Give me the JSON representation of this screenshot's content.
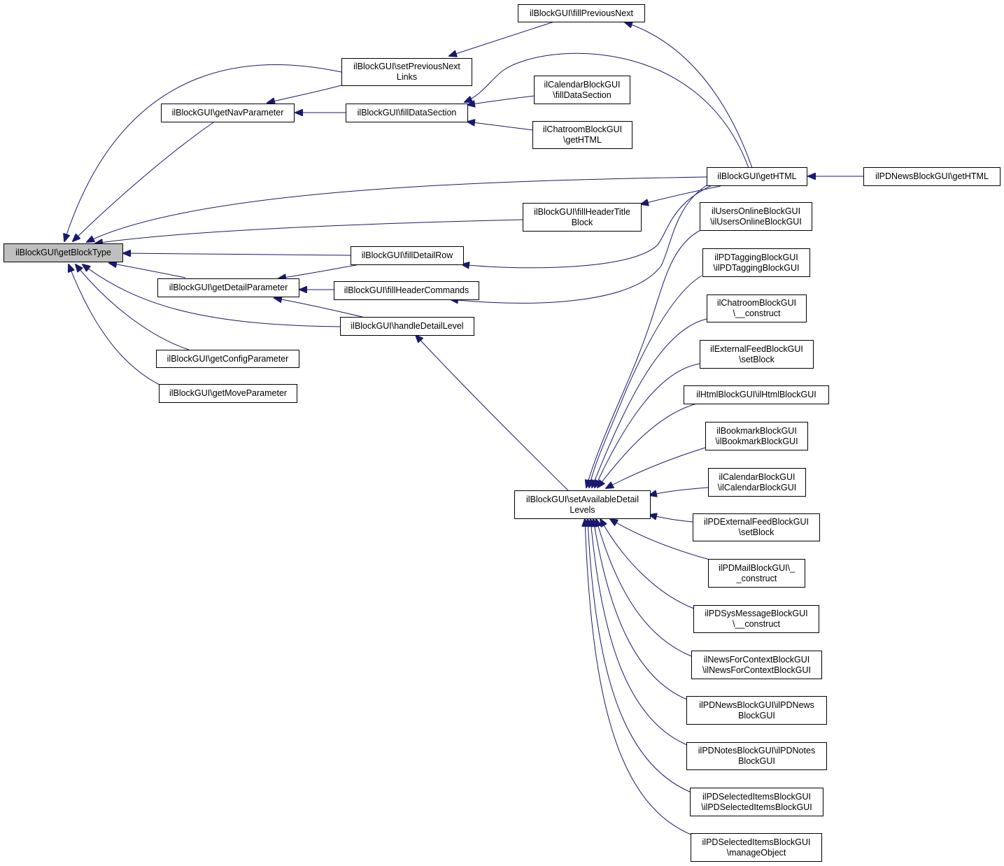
{
  "colors": {
    "edge": "#191970",
    "node_border": "#000000",
    "node_fill": "#ffffff",
    "root_fill": "#bfbfbf"
  },
  "nodes": {
    "getBlockType": "ilBlockGUI\\getBlockType",
    "getNavParameter": "ilBlockGUI\\getNavParameter",
    "setPreviousNextLinks": "ilBlockGUI\\setPreviousNext\nLinks",
    "fillPreviousNext": "ilBlockGUI\\fillPreviousNext",
    "fillDataSection": "ilBlockGUI\\fillDataSection",
    "calendarFillDataSection": "ilCalendarBlockGUI\n\\fillDataSection",
    "chatroomGetHTML": "ilChatroomBlockGUI\n\\getHTML",
    "getHTML": "ilBlockGUI\\getHTML",
    "pdNewsGetHTML": "ilPDNewsBlockGUI\\getHTML",
    "fillHeaderTitleBlock": "ilBlockGUI\\fillHeaderTitle\nBlock",
    "fillDetailRow": "ilBlockGUI\\fillDetailRow",
    "getDetailParameter": "ilBlockGUI\\getDetailParameter",
    "fillHeaderCommands": "ilBlockGUI\\fillHeaderCommands",
    "handleDetailLevel": "ilBlockGUI\\handleDetailLevel",
    "getConfigParameter": "ilBlockGUI\\getConfigParameter",
    "getMoveParameter": "ilBlockGUI\\getMoveParameter",
    "setAvailableDetailLevels": "ilBlockGUI\\setAvailableDetail\nLevels",
    "usersOnline": "ilUsersOnlineBlockGUI\n\\ilUsersOnlineBlockGUI",
    "pdTagging": "ilPDTaggingBlockGUI\n\\ilPDTaggingBlockGUI",
    "chatroomConstruct": "ilChatroomBlockGUI\n\\__construct",
    "externalFeedSetBlock": "ilExternalFeedBlockGUI\n\\setBlock",
    "htmlBlock": "ilHtmlBlockGUI\\ilHtmlBlockGUI",
    "bookmark": "ilBookmarkBlockGUI\n\\ilBookmarkBlockGUI",
    "calendarBlock": "ilCalendarBlockGUI\n\\ilCalendarBlockGUI",
    "pdExternalFeed": "ilPDExternalFeedBlockGUI\n\\setBlock",
    "pdMail": "ilPDMailBlockGUI\\_\n_construct",
    "pdSysMessage": "ilPDSysMessageBlockGUI\n\\__construct",
    "newsForContext": "ilNewsForContextBlockGUI\n\\ilNewsForContextBlockGUI",
    "pdNewsBlock": "ilPDNewsBlockGUI\\ilPDNews\nBlockGUI",
    "pdNotes": "ilPDNotesBlockGUI\\ilPDNotes\nBlockGUI",
    "pdSelectedItems": "ilPDSelectedItemsBlockGUI\n\\ilPDSelectedItemsBlockGUI",
    "pdSelectedItemsManage": "ilPDSelectedItemsBlockGUI\n\\manageObject"
  }
}
